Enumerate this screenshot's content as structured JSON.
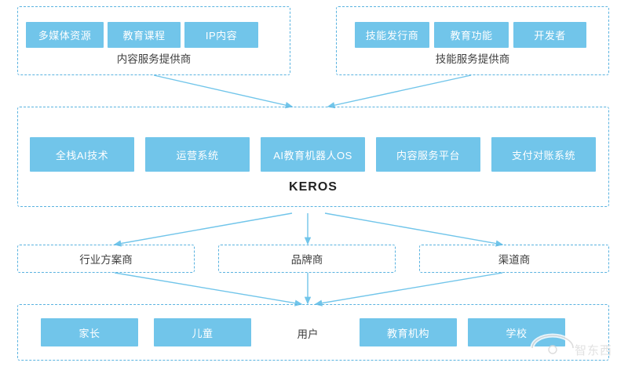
{
  "diagram": {
    "title": "KEROS",
    "accent_color": "#71c5ea",
    "dash_color": "#5ab3e0",
    "groups": [
      {
        "id": "content-service-provider",
        "caption": "内容服务提供商",
        "chips": [
          "多媒体资源",
          "教育课程",
          "IP内容"
        ]
      },
      {
        "id": "skill-service-provider",
        "caption": "技能服务提供商",
        "chips": [
          "技能发行商",
          "教育功能",
          "开发者"
        ]
      }
    ],
    "platform": {
      "id": "keros-platform",
      "label": "KEROS",
      "chips": [
        "全栈AI技术",
        "运营系统",
        "AI教育机器人OS",
        "内容服务平台",
        "支付对账系统"
      ]
    },
    "channels": [
      {
        "id": "industry-solution",
        "label": "行业方案商"
      },
      {
        "id": "brand-owner",
        "label": "品牌商"
      },
      {
        "id": "channel-distributor",
        "label": "渠道商"
      }
    ],
    "users": {
      "id": "users-group",
      "caption": "用户",
      "chips": [
        "家长",
        "儿童",
        "教育机构",
        "学校"
      ]
    },
    "watermark": "智东西"
  }
}
